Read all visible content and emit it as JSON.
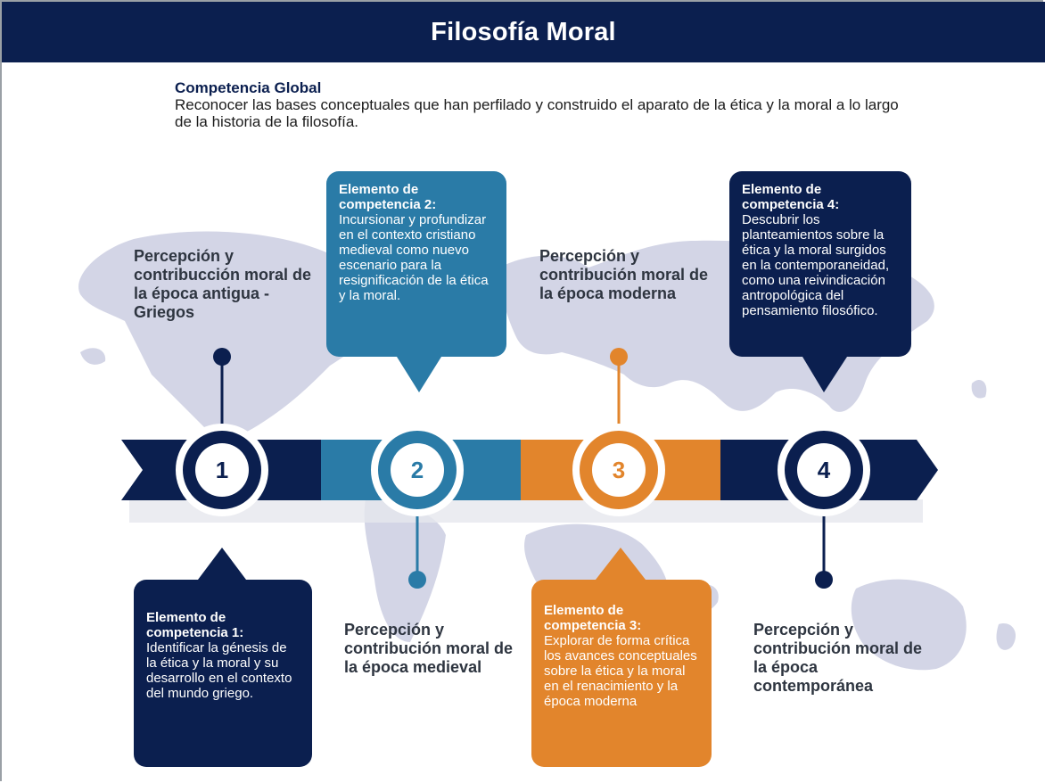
{
  "title": "Filosofía Moral",
  "global": {
    "heading": "Competencia Global",
    "text": "Reconocer las bases conceptuales que han perfilado y construido el aparato de la ética y la moral a lo largo de la historia de la filosofía."
  },
  "stages": [
    {
      "number": "1",
      "perception": "Percepción y contribucción moral de la época antigua -Griegos",
      "element_title": "Elemento de competencia 1:",
      "element_text": "Identificar la génesis de la ética y la moral y su desarrollo en el contexto del mundo griego."
    },
    {
      "number": "2",
      "perception": "Percepción y contribución moral de la época medieval",
      "element_title": "Elemento de competencia 2:",
      "element_text": "Incursionar y profundizar en el contexto cristiano medieval como nuevo escenario para la resignificación de la ética y la moral."
    },
    {
      "number": "3",
      "perception": "Percepción y contribución moral de la época moderna",
      "element_title": "Elemento de competencia 3:",
      "element_text": "Explorar de forma crítica los avances conceptuales sobre la ética y la moral en el renacimiento y la época moderna"
    },
    {
      "number": "4",
      "perception": "Percepción y contribución moral de la época contemporánea",
      "element_title": "Elemento de competencia 4:",
      "element_text": "Descubrir los planteamientos sobre la ética y la moral surgidos en la contemporaneidad, como una reivindicación antropológica del pensamiento filosófico."
    }
  ],
  "colors": {
    "navy": "#0b1f4f",
    "blue": "#2a7ba7",
    "orange": "#e2852c",
    "map": "#d3d5e6"
  }
}
